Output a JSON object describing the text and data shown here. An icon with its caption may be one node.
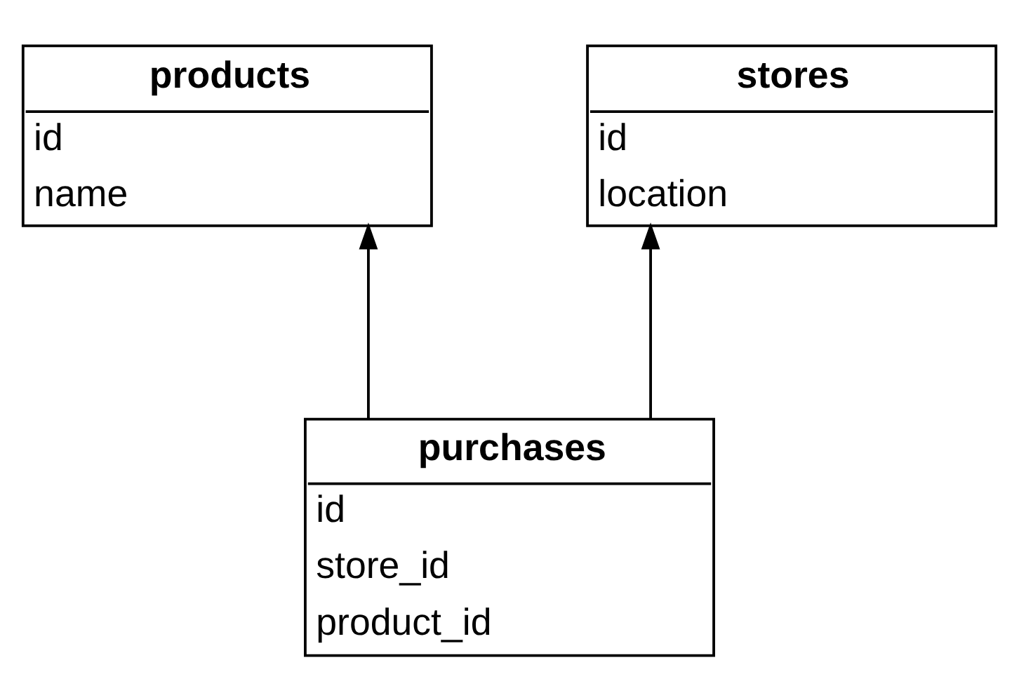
{
  "diagram": {
    "nodes": [
      {
        "text": [
          "products",
          "id",
          "name"
        ]
      },
      {
        "text": [
          "stores",
          "id",
          "location"
        ]
      },
      {
        "text": [
          "purchases",
          "id",
          "store_id",
          "product_id"
        ]
      }
    ],
    "edges": [
      {
        "from": 2,
        "to": 0,
        "arrow": "to"
      },
      {
        "from": 2,
        "to": 1,
        "arrow": "to"
      }
    ]
  }
}
